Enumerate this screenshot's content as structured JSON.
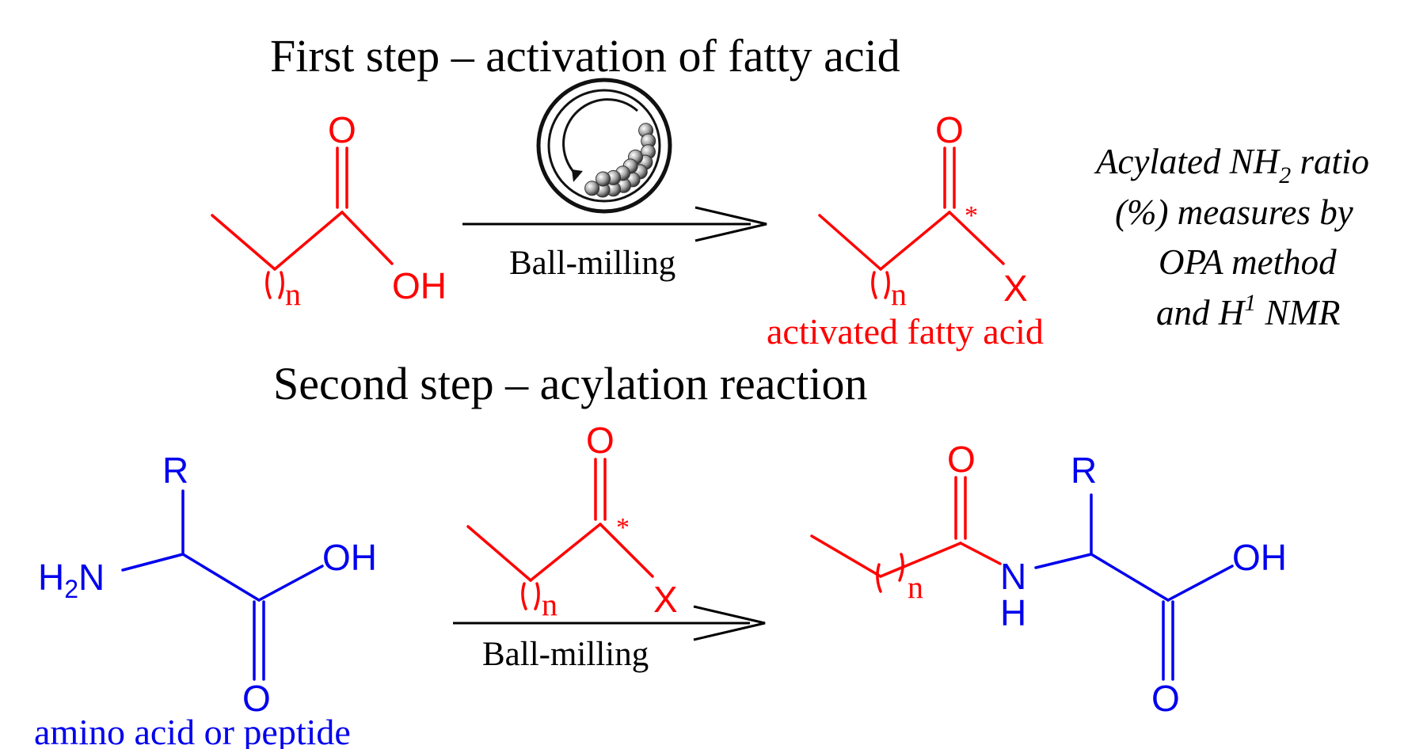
{
  "step1": {
    "title": "First step – activation of fatty acid",
    "arrow_label": "Ball-milling",
    "product_caption": "activated fatty acid"
  },
  "step2": {
    "title": "Second step – acylation reaction",
    "arrow_label": "Ball-milling",
    "reactant_caption": "amino acid or peptide"
  },
  "note": {
    "line1": "Acylated NH",
    "line1_sub": "2",
    "line1_end": " ratio",
    "line2": "(%) measures by",
    "line3": "OPA method",
    "line4": "and H",
    "line4_sup": "1",
    "line4_end": " NMR"
  },
  "atoms": {
    "O": "O",
    "OH": "OH",
    "X": "X",
    "n": "n",
    "R": "R",
    "H2N_H": "H",
    "H2N_2": "2",
    "H2N_N": "N",
    "NH_N": "N",
    "NH_H": "H",
    "star": "*"
  },
  "colors": {
    "fatty_acid": "#ff0000",
    "amino_acid": "#0000ee",
    "text": "#000000"
  },
  "icons": [
    "ball-mill-jar-icon"
  ]
}
